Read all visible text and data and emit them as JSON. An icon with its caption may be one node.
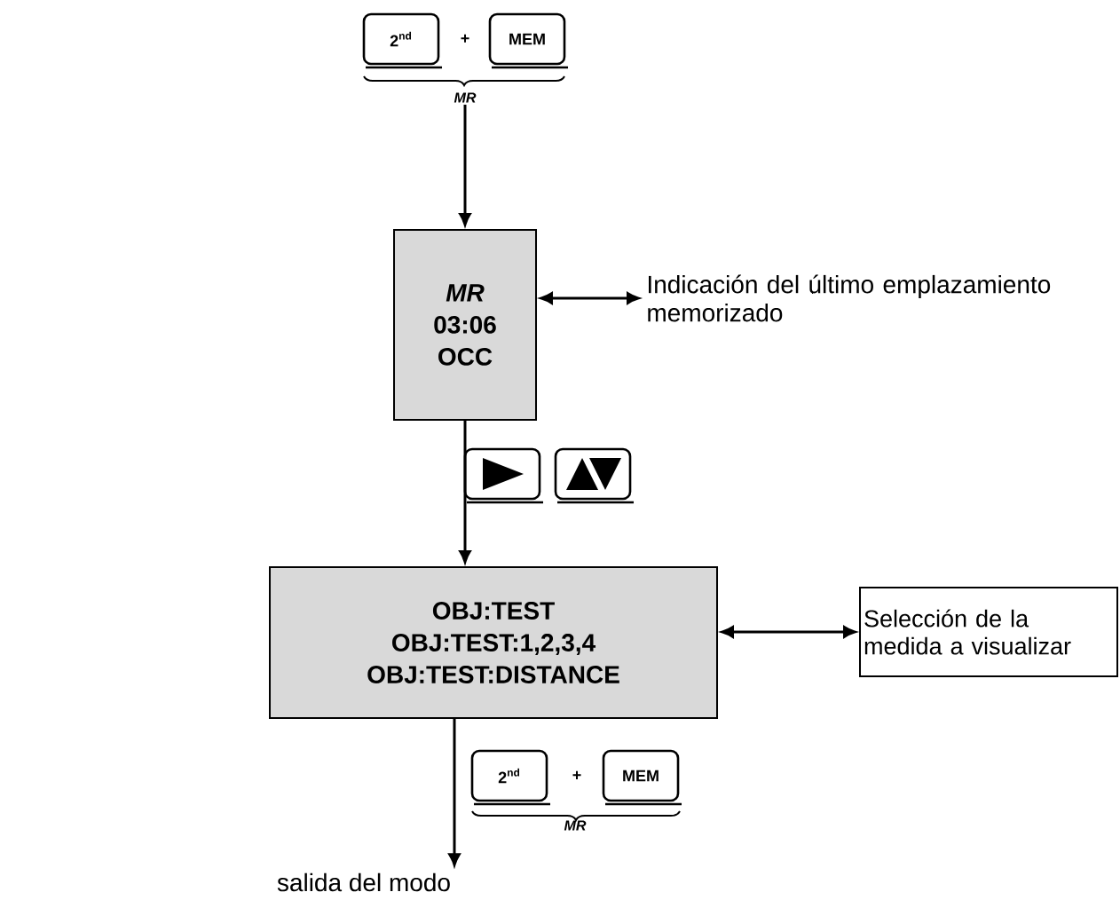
{
  "diagram": {
    "nodes": [
      {
        "text": [
          "2$^{nd}$"
        ]
      },
      {
        "text": [
          "MEM"
        ]
      },
      {
        "text": [
          "MR"
        ]
      },
      {
        "text": [
          "MR",
          "03:06",
          "OCC"
        ]
      },
      {
        "text": [
          "Indicación del último emplazamiento memorizado"
        ]
      },
      {
        "text": [],
        "shape": "box"
      },
      {
        "text": [],
        "shape": "box"
      },
      {
        "text": [
          "OBJ:TEST",
          "OBJ:TEST:1,2,3,4",
          "OBJ:TEST:DISTANCE"
        ]
      },
      {
        "text": [
          "Selección de la medida a visualizar"
        ]
      },
      {
        "text": [
          "2$^{nd}$"
        ]
      },
      {
        "text": [
          "MEM"
        ]
      },
      {
        "text": [
          "salida del modo"
        ]
      }
    ],
    "edges": [
      {
        "from": 2,
        "to": 3,
        "arrow": "to"
      },
      {
        "from": 3,
        "to": 4,
        "arrow": "both"
      },
      {
        "from": 3,
        "to": 7,
        "arrow": "to"
      },
      {
        "from": 7,
        "to": 8,
        "arrow": "both"
      },
      {
        "from": 7,
        "to": 11,
        "arrow": "to"
      }
    ],
    "labels": [
      "+",
      "+",
      "MR"
    ]
  }
}
